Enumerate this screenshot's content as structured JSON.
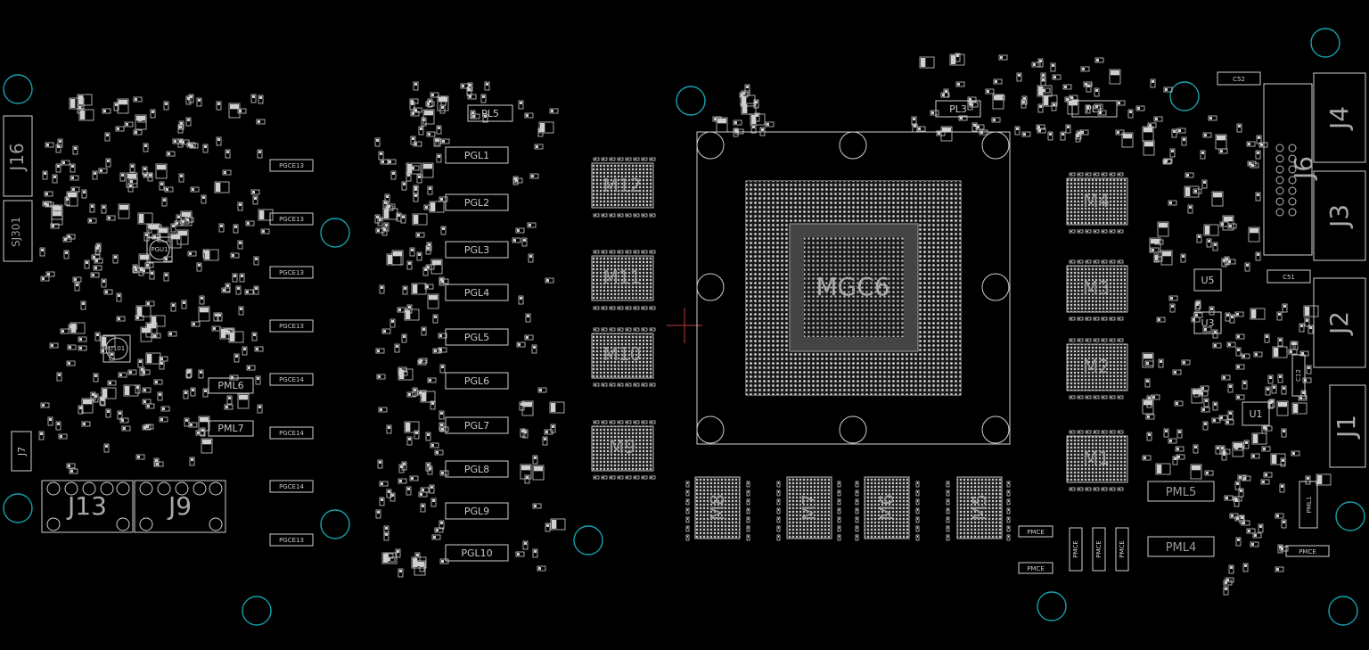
{
  "board": {
    "background": "#000000",
    "silk_color": "#cfcfcf",
    "mounting_hole_color": "#16a3b0",
    "cursor_color": "#c0393b"
  },
  "gpu": {
    "label": "MGC6",
    "overlap": "GC6"
  },
  "memory": [
    "M12",
    "M11",
    "M10",
    "M9",
    "M4",
    "M3",
    "M2",
    "M1",
    "M8",
    "M7",
    "M6",
    "M5"
  ],
  "connectors": {
    "j16": "J16",
    "sj301": "SJ301",
    "j13": "J13",
    "j9": "J9",
    "j7": "J7",
    "j4": "J4",
    "j6": "J6",
    "j3": "J3",
    "j2": "J2",
    "j1": "J1"
  },
  "inductors": {
    "pgl": [
      "PGL1",
      "PGL2",
      "PGL3",
      "PGL4",
      "PGL5",
      "PGL6",
      "PGL7",
      "PGL8",
      "PGL9",
      "PGL10"
    ],
    "pl5": "PL5",
    "pl3": "PL3",
    "pl1": "PL1",
    "pml6": "PML6",
    "pml7": "PML7",
    "pml5": "PML5",
    "pml4": "PML4",
    "pml1": "PML1"
  },
  "ics": {
    "u5": "U5",
    "u3": "U3",
    "u1": "U1",
    "u101": "U101",
    "pgu1": "PGU1"
  },
  "caps": {
    "c52": "C52",
    "c51": "C51",
    "c12": "C12"
  },
  "pgce": [
    "PGCE13",
    "PGCE13",
    "PGCE13",
    "PGCE13",
    "PGCE14",
    "PGCE14",
    "PGCE14",
    "PGCE13"
  ],
  "pmce": [
    "PMCE",
    "PMCE",
    "PMCE",
    "PMCE",
    "PMCE",
    "PMCE"
  ]
}
